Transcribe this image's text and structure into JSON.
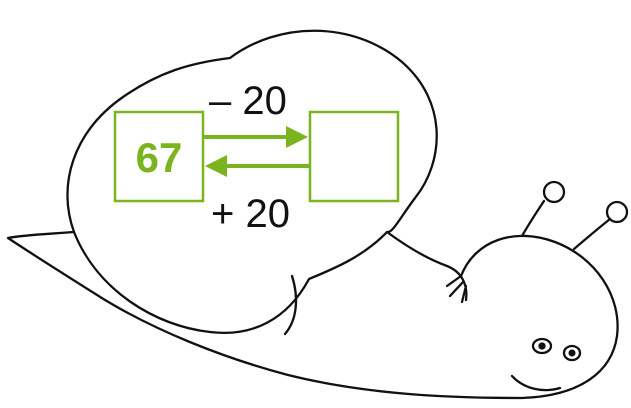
{
  "diagram": {
    "start_value": "67",
    "forward_operation": "– 20",
    "backward_operation": "+ 20",
    "result_value": "",
    "accent_color": "#7ab41e",
    "line_color": "#111111",
    "background_color": "#ffffff"
  }
}
